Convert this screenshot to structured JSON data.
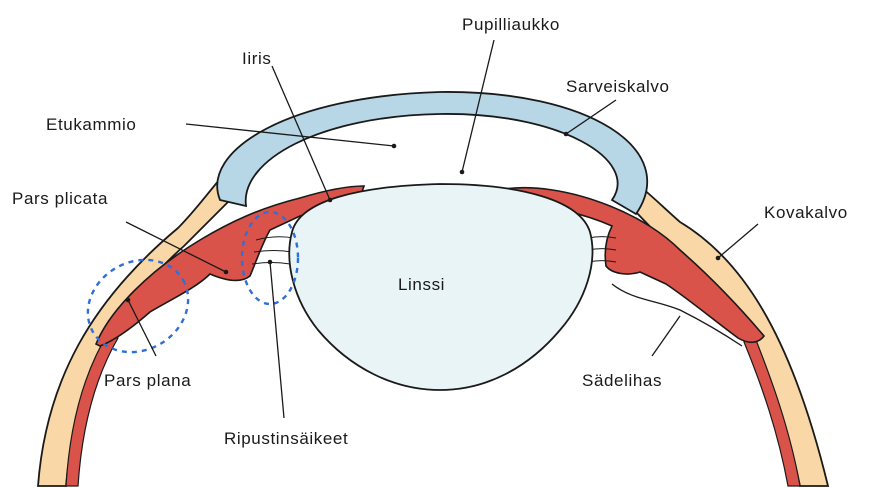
{
  "labels": {
    "pupil": "Pupilliaukko",
    "iris": "Iiris",
    "cornea": "Sarveiskalvo",
    "anterior_chamber": "Etukammio",
    "pars_plicata": "Pars plicata",
    "sclera": "Kovakalvo",
    "lens": "Linssi",
    "pars_plana": "Pars plana",
    "ciliary_muscle": "Sädelihas",
    "zonules": "Ripustinsäikeet"
  },
  "colors": {
    "sclera": "#f9d7a6",
    "cornea": "#b7d6e6",
    "ciliary": "#d9534a",
    "lens": "#e8f4f5",
    "zone_outline": "#2f6fd6",
    "outline": "#1a1a1a"
  }
}
